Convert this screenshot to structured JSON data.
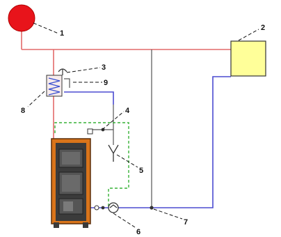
{
  "labels": {
    "expansion_vessel": "1",
    "radiator": "2",
    "valve": "3",
    "heat_exchanger": "8",
    "sensor": "9",
    "relief_valve": "4",
    "drain_funnel": "5",
    "pump": "6",
    "return_valve": "7"
  },
  "colors": {
    "supply_pipe": "#e26a6a",
    "return_pipe": "#4b4bd0",
    "safety_loop": "#37b237",
    "neutral_pipe": "#555555",
    "expansion_vessel": "#e8141b",
    "radiator": "#ffff99",
    "boiler_body": "#d9741a"
  }
}
